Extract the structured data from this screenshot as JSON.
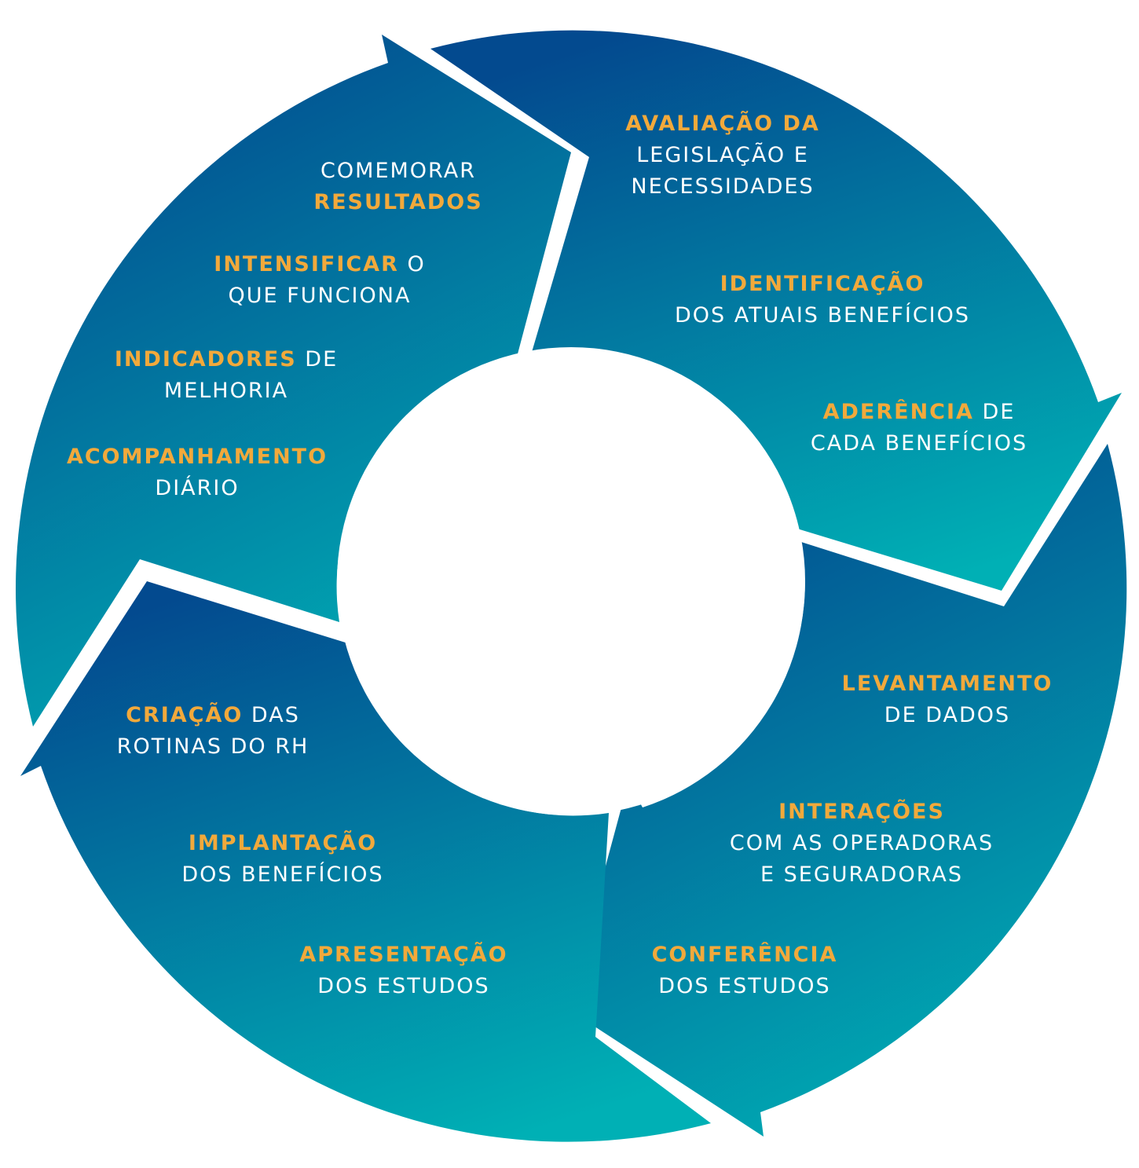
{
  "colors": {
    "ring_top": "#034a8f",
    "ring_bottom": "#00b0b5",
    "highlight": "#f2a93b",
    "text": "#ffffff",
    "background": "#ffffff"
  },
  "segments": {
    "top_right": {
      "items": [
        {
          "line1_hl": "AVALIAÇÃO DA",
          "line2": "LEGISLAÇÃO E",
          "line3": "NECESSIDADES"
        },
        {
          "line1_hl": "IDENTIFICAÇÃO",
          "line2": "DOS ATUAIS BENEFÍCIOS"
        },
        {
          "line1_hl": "ADERÊNCIA",
          "line1_rest": " DE",
          "line2": "CADA BENEFÍCIOS"
        }
      ]
    },
    "bottom_right": {
      "items": [
        {
          "line1_hl": "LEVANTAMENTO",
          "line2": "DE DADOS"
        },
        {
          "line1_hl": "INTERAÇÕES",
          "line2": "COM AS OPERADORAS",
          "line3": "E SEGURADORAS"
        },
        {
          "line1_hl": "CONFERÊNCIA",
          "line2": "DOS ESTUDOS"
        }
      ]
    },
    "bottom_left": {
      "items": [
        {
          "line1_hl": "CRIAÇÃO",
          "line1_rest": " DAS",
          "line2": "ROTINAS DO RH"
        },
        {
          "line1_hl": "IMPLANTAÇÃO",
          "line2": "DOS BENEFÍCIOS"
        },
        {
          "line1_hl": "APRESENTAÇÃO",
          "line2": "DOS ESTUDOS"
        }
      ]
    },
    "top_left": {
      "items": [
        {
          "line1": "COMEMORAR",
          "line2_hl": "RESULTADOS"
        },
        {
          "line1_hl": "INTENSIFICAR",
          "line1_rest": " O",
          "line2": "QUE FUNCIONA"
        },
        {
          "line1_hl": "INDICADORES",
          "line1_rest": " DE",
          "line2": "MELHORIA"
        },
        {
          "line1_hl": "ACOMPANHAMENTO",
          "line2": "DIÁRIO"
        }
      ]
    }
  }
}
